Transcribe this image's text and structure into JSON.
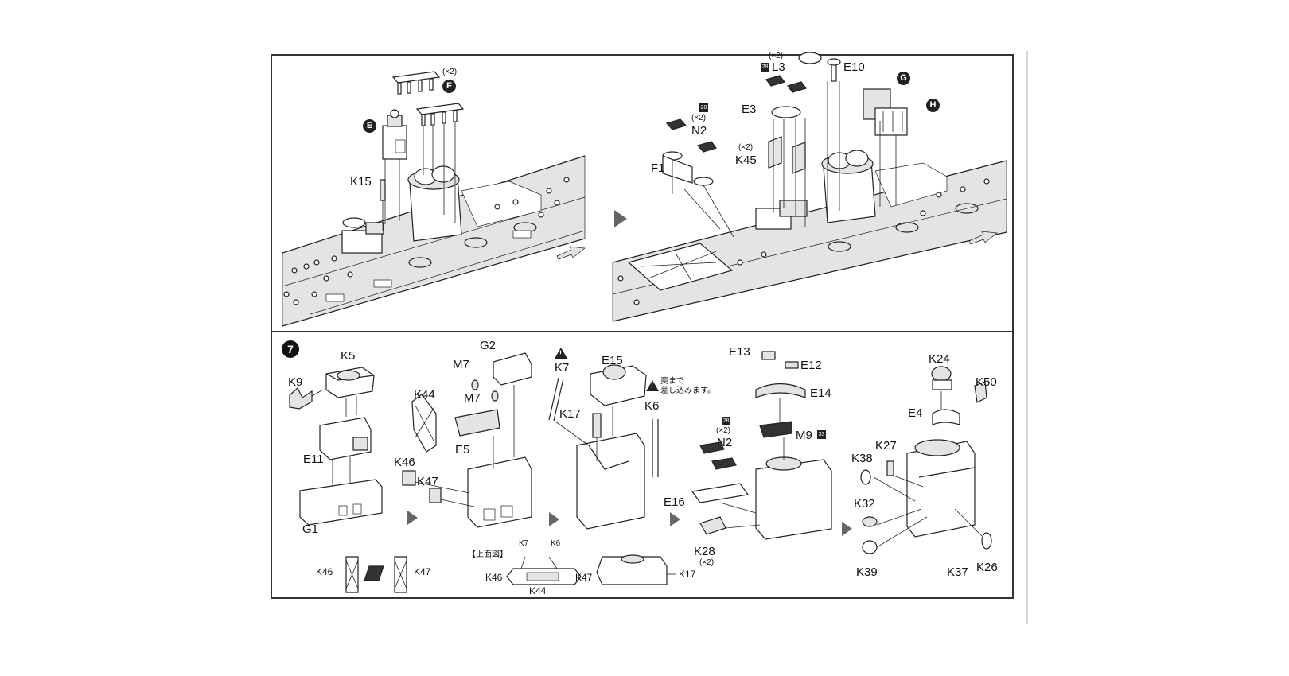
{
  "top_panel": {
    "left_view": {
      "labels": {
        "k15": "K15",
        "sub_e": "E",
        "sub_f": "F",
        "f_qty": "(×2)"
      }
    },
    "right_view": {
      "labels": {
        "n2": "N2",
        "n2_qty": "(×2)",
        "n2_badge": "28",
        "f1": "F1",
        "k45": "K45",
        "k45_qty": "(×2)",
        "e3": "E3",
        "l3": "L3",
        "l3_qty": "(×2)",
        "l3_badge": "28",
        "e10": "E10",
        "sub_g": "G",
        "sub_h": "H"
      }
    }
  },
  "bottom_panel": {
    "step_number": "7",
    "stage1": {
      "k5": "K5",
      "k9": "K9",
      "e11": "E11",
      "g1": "G1"
    },
    "stage2": {
      "g2": "G2",
      "m7a": "M7",
      "m7b": "M7",
      "k44": "K44",
      "e5": "E5",
      "k46": "K46",
      "k47": "K47"
    },
    "stage3": {
      "k7": "K7",
      "e15": "E15",
      "k17": "K17",
      "k6": "K6",
      "note": "奥まで\n差し込みます。"
    },
    "stage4": {
      "e13": "E13",
      "e12": "E12",
      "e14": "E14",
      "m9": "M9",
      "m9_badge": "33",
      "n2": "N2",
      "n2_qty": "(×2)",
      "n2_badge": "28",
      "e16": "E16",
      "k28": "K28",
      "k28_qty": "(×2)"
    },
    "stage5": {
      "k24": "K24",
      "k50": "K50",
      "e4": "E4",
      "k27": "K27",
      "k38": "K38",
      "k32": "K32",
      "k39": "K39",
      "k37": "K37",
      "k26": "K26"
    },
    "detail_a": {
      "k46": "K46",
      "k47": "K47"
    },
    "detail_b": {
      "title": "【上面図】",
      "k7": "K7",
      "k6": "K6",
      "k46": "K46",
      "k47": "K47",
      "k44": "K44"
    },
    "detail_c": {
      "k17": "K17"
    }
  }
}
